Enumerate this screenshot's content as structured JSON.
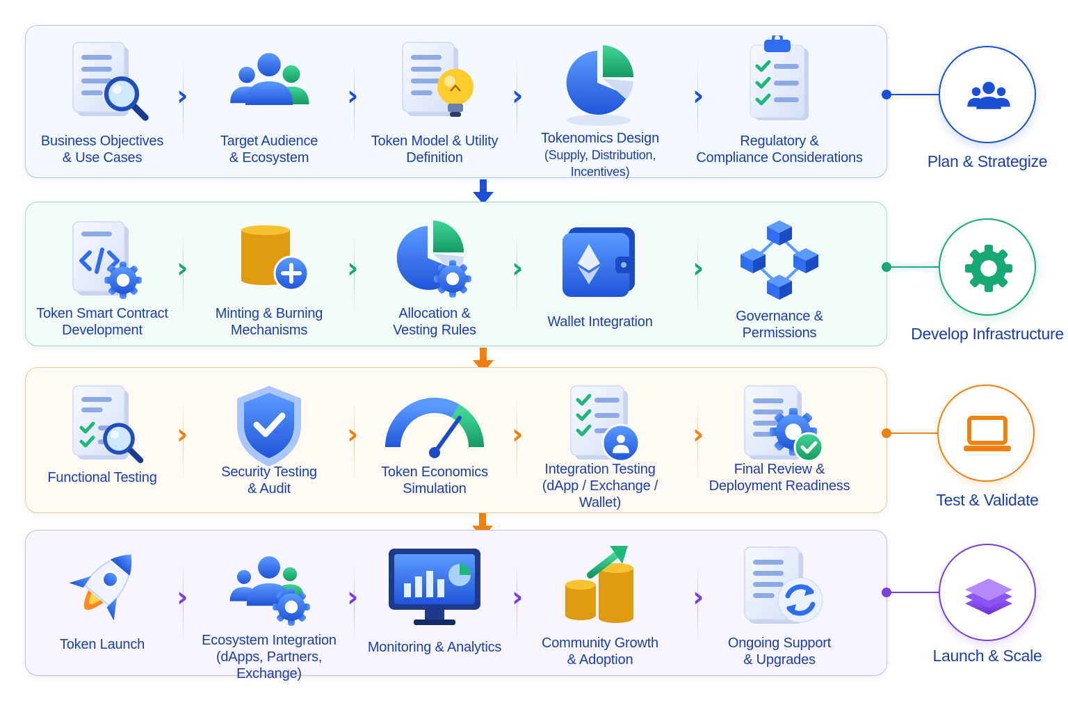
{
  "colors": {
    "plan": "#1a4fd6",
    "develop": "#18a873",
    "test": "#f0800f",
    "launch": "#7a3fe0",
    "label": "#1a3ea8"
  },
  "phases": [
    {
      "key": "plan",
      "title": "Plan & Strategize",
      "badge_icon": "team-icon",
      "steps": [
        {
          "label": [
            "Business Objectives",
            "& Use Cases"
          ],
          "icon": "document-search-icon"
        },
        {
          "label": [
            "Target Audience",
            "& Ecosystem"
          ],
          "icon": "audience-icon"
        },
        {
          "label": [
            "Token Model & Utility",
            "Definition"
          ],
          "icon": "document-lightbulb-icon"
        },
        {
          "label": [
            "Tokenomics Design",
            "(Supply, Distribution, Incentives)"
          ],
          "icon": "pie-chart-icon"
        },
        {
          "label": [
            "Regulatory &",
            "Compliance Considerations"
          ],
          "icon": "checklist-clipboard-icon"
        }
      ]
    },
    {
      "key": "develop",
      "title": "Develop Infrastructure",
      "badge_icon": "gear-icon",
      "steps": [
        {
          "label": [
            "Token Smart Contract",
            "Development"
          ],
          "icon": "code-document-icon"
        },
        {
          "label": [
            "Minting & Burning",
            "Mechanisms"
          ],
          "icon": "coin-stack-plus-icon"
        },
        {
          "label": [
            "Allocation &",
            "Vesting Rules"
          ],
          "icon": "pie-gear-icon"
        },
        {
          "label": [
            "Wallet Integration"
          ],
          "icon": "wallet-ethereum-icon"
        },
        {
          "label": [
            "Governance &",
            "Permissions"
          ],
          "icon": "network-cubes-icon"
        }
      ]
    },
    {
      "key": "test",
      "title": "Test & Validate",
      "badge_icon": "laptop-icon",
      "steps": [
        {
          "label": [
            "Functional Testing"
          ],
          "icon": "checklist-search-icon"
        },
        {
          "label": [
            "Security Testing",
            "& Audit"
          ],
          "icon": "shield-check-icon"
        },
        {
          "label": [
            "Token Economics",
            "Simulation"
          ],
          "icon": "gauge-icon"
        },
        {
          "label": [
            "Integration Testing",
            "(dApp / Exchange / Wallet)"
          ],
          "icon": "checklist-user-icon"
        },
        {
          "label": [
            "Final Review &",
            "Deployment Readiness"
          ],
          "icon": "document-gear-check-icon"
        }
      ]
    },
    {
      "key": "launch",
      "title": "Launch & Scale",
      "badge_icon": "layers-icon",
      "steps": [
        {
          "label": [
            "Token Launch"
          ],
          "icon": "rocket-icon"
        },
        {
          "label": [
            "Ecosystem Integration",
            "(dApps, Partners, Exchange)"
          ],
          "icon": "people-gear-icon"
        },
        {
          "label": [
            "Monitoring & Analytics"
          ],
          "icon": "monitor-chart-icon"
        },
        {
          "label": [
            "Community Growth",
            "& Adoption"
          ],
          "icon": "coins-growth-icon"
        },
        {
          "label": [
            "Ongoing Support",
            "& Upgrades"
          ],
          "icon": "document-refresh-icon"
        }
      ]
    }
  ]
}
